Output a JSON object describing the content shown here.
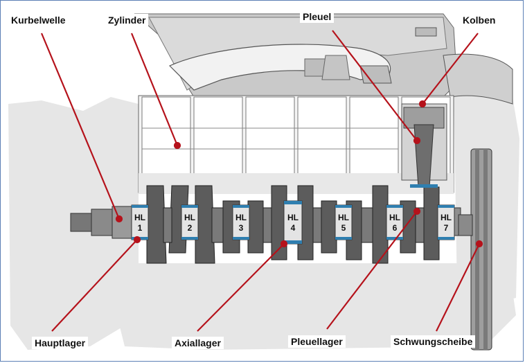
{
  "labels": {
    "kurbelwelle": "Kurbelwelle",
    "zylinder": "Zylinder",
    "pleuel": "Pleuel",
    "kolben": "Kolben",
    "hauptlager": "Hauptlager",
    "axiallager": "Axiallager",
    "pleuellager": "Pleuellager",
    "schwungscheibe": "Schwungscheibe"
  },
  "bearings": [
    {
      "prefix": "HL",
      "number": "1"
    },
    {
      "prefix": "HL",
      "number": "2"
    },
    {
      "prefix": "HL",
      "number": "3"
    },
    {
      "prefix": "HL",
      "number": "4"
    },
    {
      "prefix": "HL",
      "number": "5"
    },
    {
      "prefix": "HL",
      "number": "6"
    },
    {
      "prefix": "HL",
      "number": "7"
    }
  ],
  "colors": {
    "leader": "#b5121b",
    "bearing_shell": "#2f7fb0",
    "frame": "#5b7fb5"
  }
}
